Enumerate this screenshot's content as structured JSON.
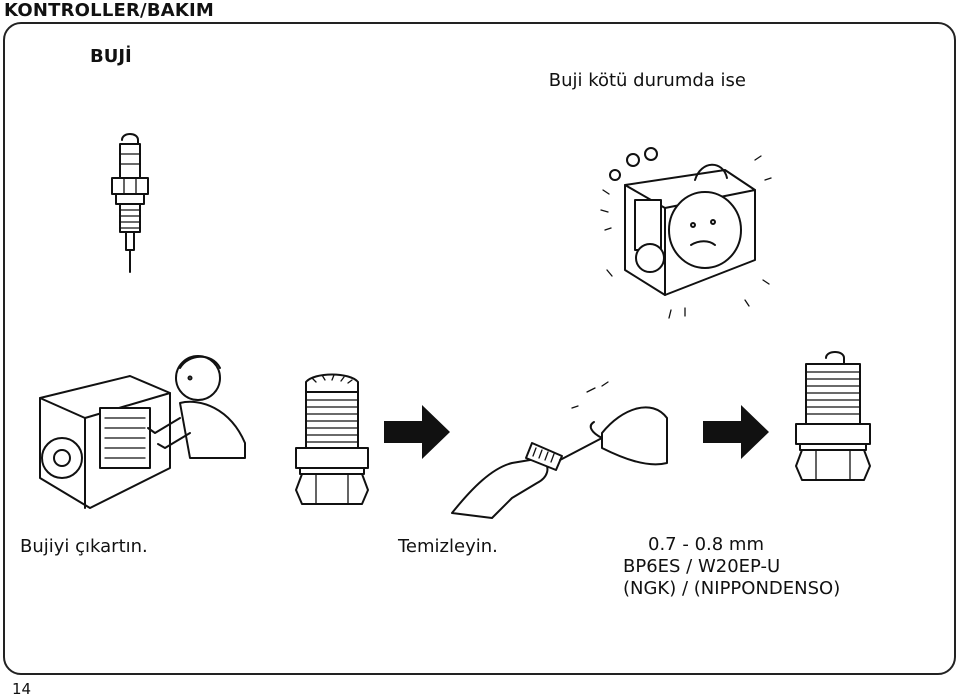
{
  "header": {
    "title": "KONTROLLER/BAKIM"
  },
  "section": {
    "title": "BUJİ"
  },
  "bad_condition": {
    "caption": "Buji kötü durumda ise"
  },
  "steps": {
    "remove_caption": "Bujiyi çıkartın.",
    "clean_caption": "Temizleyin.",
    "gap_value": "0.7 - 0.8 mm",
    "plug_types": "BP6ES / W20EP-U",
    "plug_brands": "(NGK) / (NIPPONDENSO)"
  },
  "footer": {
    "page_number": "14"
  },
  "icons": [
    "spark-plug-icon",
    "shaking-pump-illustration",
    "technician-pump-illustration",
    "dirty-plug-illustration",
    "arrow-right-icon",
    "cleaning-hands-illustration",
    "clean-plug-illustration"
  ]
}
